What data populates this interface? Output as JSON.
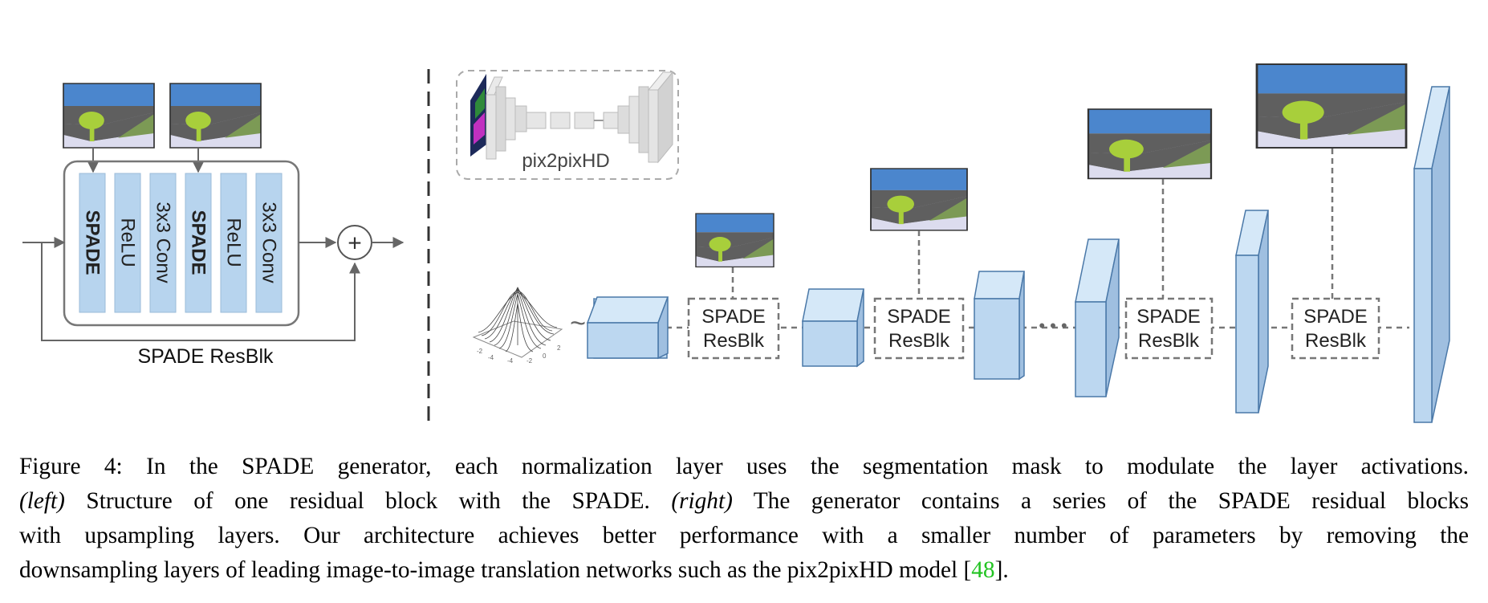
{
  "left_panel": {
    "block_labels": [
      "SPADE",
      "ReLU",
      "3x3 Conv",
      "SPADE",
      "ReLU",
      "3x3 Conv"
    ],
    "plus_symbol": "+",
    "title": "SPADE ResBlk"
  },
  "right_panel": {
    "pix2pixhd_label": "pix2pixHD",
    "tilde": "~",
    "ellipsis": "• • •",
    "resblk_label_line1": "SPADE",
    "resblk_label_line2": "ResBlk"
  },
  "caption": {
    "line1": "Figure 4: In the SPADE generator, each normalization layer uses the segmentation mask to modulate the layer activations.",
    "line2_left": "(left)",
    "line2_a": " Structure of one residual block with the SPADE. ",
    "line2_right": "(right)",
    "line2_b": " The generator contains a series of the SPADE residual blocks",
    "line3": "with upsampling layers. Our architecture achieves better performance with a smaller number of parameters by removing the",
    "line4_a": "downsampling layers of leading image-to-image translation networks such as the pix2pixHD model [",
    "line4_ref": "48",
    "line4_b": "]."
  },
  "colors": {
    "sky": "#4b86cd",
    "mountain": "#5f5f5f",
    "grass": "#7c9a55",
    "ground": "#dcdcee",
    "tree": "#a8cf3b",
    "block_fill": "#b7d4ee",
    "block_edge": "#2f5d8a",
    "citation": "#22c322"
  }
}
